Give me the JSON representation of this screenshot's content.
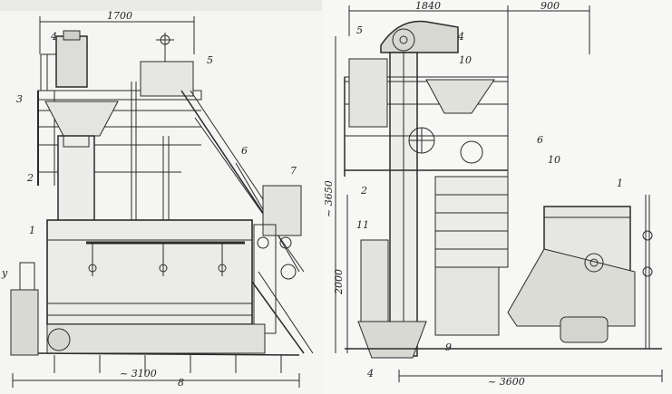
{
  "left_view": {
    "dims": {
      "top_width": "1700",
      "bottom_width": "~ 3100"
    },
    "labels": [
      "1",
      "2",
      "3",
      "4",
      "5",
      "6",
      "7",
      "8",
      "у"
    ]
  },
  "right_view": {
    "dims": {
      "top_left": "1840",
      "top_right": "900",
      "height_total": "~ 3650",
      "height_lower": "2000",
      "bottom_width": "~ 3600"
    },
    "labels": [
      "1",
      "2",
      "4",
      "4",
      "5",
      "6",
      "9",
      "10",
      "10",
      "11"
    ]
  }
}
